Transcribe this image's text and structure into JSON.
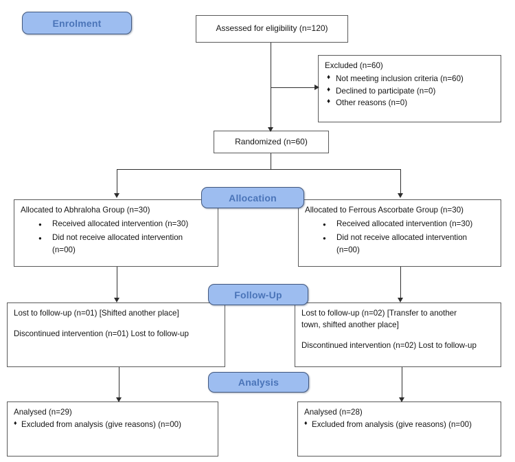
{
  "diagram": {
    "type": "CONSORT participant flow diagram",
    "stages": {
      "enrolment": "Enrolment",
      "allocation": "Allocation",
      "followup": "Follow-Up",
      "analysis": "Analysis"
    },
    "colors": {
      "pill_fill": "#9dbdf0",
      "pill_border": "#41577d",
      "pill_text": "#4a74b8",
      "box_border": "#595959",
      "connector": "#2e2e2e"
    },
    "enrolment": {
      "assessed": "Assessed for eligibility (n=120)",
      "excluded_title": "Excluded (n=60)",
      "excluded_reasons": [
        "Not meeting inclusion criteria (n=60)",
        "Declined to participate (n=0)",
        "Other reasons (n=0)"
      ],
      "randomized": "Randomized (n=60)"
    },
    "allocation": {
      "left": {
        "title": "Allocated to Abhraloha Group (n=30)",
        "items": [
          "Received allocated intervention (n=30)",
          "Did not receive allocated intervention",
          "(n=00)"
        ]
      },
      "right": {
        "title": "Allocated to Ferrous Ascorbate Group (n=30)",
        "items": [
          "Received allocated intervention (n=30)",
          "Did not receive allocated intervention",
          "(n=00)"
        ]
      }
    },
    "followup": {
      "left": {
        "lost": "Lost to follow-up (n=01) [Shifted another place]",
        "discontinued": "Discontinued intervention (n=01) Lost to follow-up"
      },
      "right": {
        "lost_line1": "Lost to follow-up (n=02) [Transfer to another",
        "lost_line2": "town, shifted another place]",
        "discontinued": "Discontinued intervention (n=02) Lost to follow-up"
      }
    },
    "analysis": {
      "left": {
        "analysed": "Analysed (n=29)",
        "excluded": "Excluded from analysis (give reasons) (n=00)"
      },
      "right": {
        "analysed": "Analysed (n=28)",
        "excluded": "Excluded from analysis (give reasons) (n=00)"
      }
    }
  }
}
